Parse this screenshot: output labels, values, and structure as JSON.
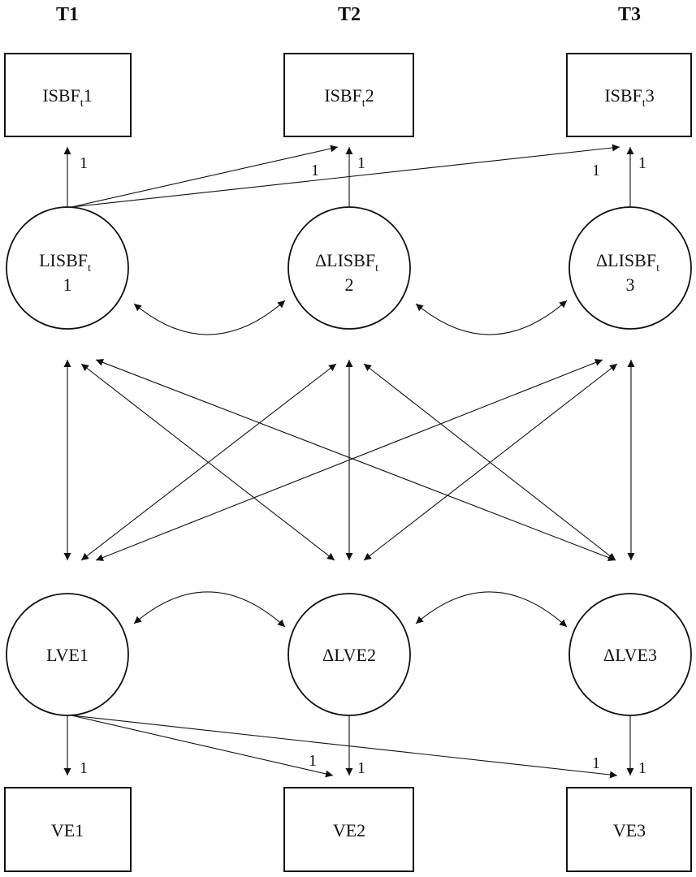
{
  "time_labels": [
    "T1",
    "T2",
    "T3"
  ],
  "top_boxes": [
    {
      "base": "ISBF",
      "sub": "t",
      "suffix": "1"
    },
    {
      "base": "ISBF",
      "sub": "t",
      "suffix": "2"
    },
    {
      "base": "ISBF",
      "sub": "t",
      "suffix": "3"
    }
  ],
  "top_latents": [
    {
      "base": "LISBF",
      "sub": "t",
      "line2": "1"
    },
    {
      "base": "ΔLISBF",
      "sub": "t",
      "line2": "2"
    },
    {
      "base": "ΔLISBF",
      "sub": "t",
      "line2": "3"
    }
  ],
  "bottom_latents": [
    "LVE1",
    "ΔLVE2",
    "ΔLVE3"
  ],
  "bottom_boxes": [
    "VE1",
    "VE2",
    "VE3"
  ],
  "loading_label": "1"
}
